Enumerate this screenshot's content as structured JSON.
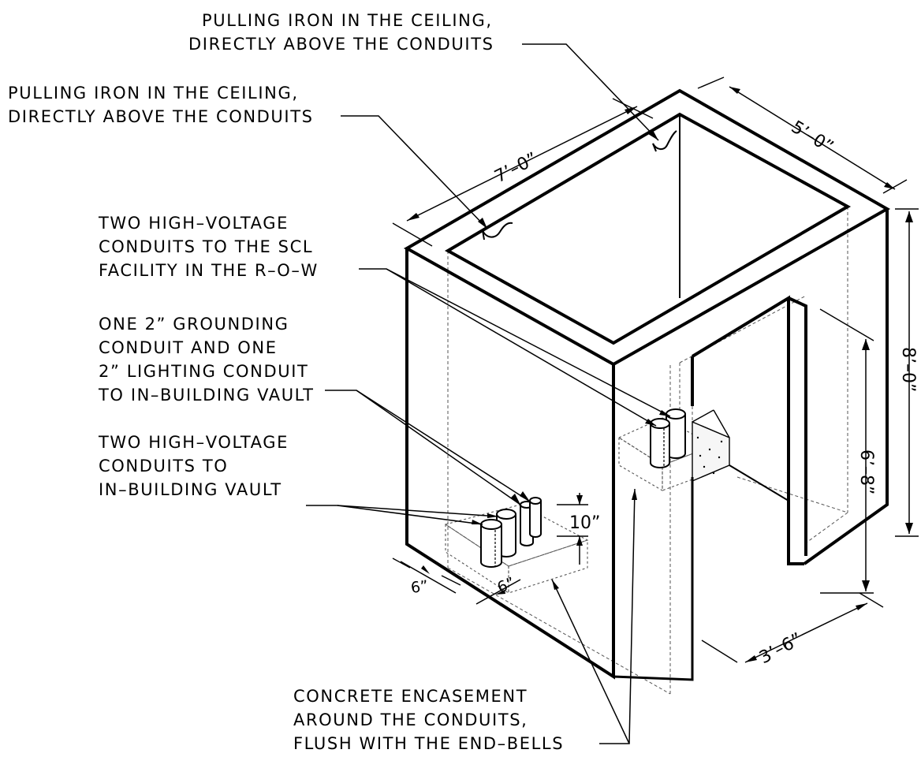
{
  "annotations": {
    "pulling_iron_back": [
      "PULLING IRON IN THE CEILING,",
      "DIRECTLY ABOVE THE CONDUITS"
    ],
    "pulling_iron_front": [
      "PULLING IRON IN THE CEILING,",
      "DIRECTLY ABOVE THE CONDUITS"
    ],
    "hv_conduits_scl": [
      "TWO HIGH–VOLTAGE",
      "CONDUITS TO THE SCL",
      "FACILITY IN THE R–O–W"
    ],
    "grounding_lighting": [
      "ONE 2” GROUNDING",
      "CONDUIT AND ONE",
      "2” LIGHTING CONDUIT",
      "TO IN–BUILDING VAULT"
    ],
    "hv_conduits_vault": [
      "TWO HIGH–VOLTAGE",
      "CONDUITS TO",
      "IN–BUILDING VAULT"
    ],
    "encasement": [
      "CONCRETE ENCASEMENT",
      "AROUND THE CONDUITS,",
      "FLUSH WITH THE END–BELLS"
    ]
  },
  "dimensions": {
    "length": "7’–0”",
    "width": "5’–0”",
    "height": "8’–0”",
    "opening_height": "6’–8”",
    "opening_width": "3’–6”",
    "encasement_depth": "10”",
    "offset_a": "6”",
    "offset_b": "6”"
  }
}
